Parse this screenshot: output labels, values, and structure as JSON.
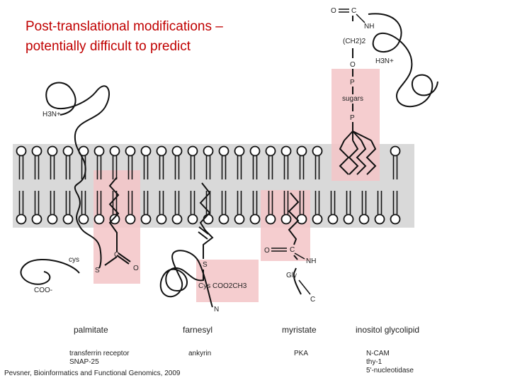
{
  "title": {
    "line1": "Post-translational modifications –",
    "line2": "potentially difficult to predict"
  },
  "citation": "Pevsner, Bioinformatics and Functional Genomics, 2009",
  "colors": {
    "membrane": "#d9d9d9",
    "highlight": "#f3c4c7",
    "title": "#c00000",
    "line": "#111111"
  },
  "labels": {
    "h3n_left": "H3N+",
    "cys": "cys",
    "s_left": "S",
    "c_left": "C",
    "o_left": "O",
    "coo": "COO-",
    "s_mid": "S",
    "cys_coo": "Cys COO2CH3",
    "n_mid": "N",
    "o_myr": "O",
    "c_myr": "C",
    "nh_myr": "NH",
    "gly": "Gly",
    "c_gly": "C",
    "o_top": "O",
    "c_top": "C",
    "nh_top": "NH",
    "ch2": "(CH2)2",
    "h3n_right": "H3N+",
    "o_gpi": "O",
    "p1": "P",
    "sugars": "sugars",
    "p2": "P"
  },
  "categories": [
    {
      "name": "palmitate",
      "examples": [
        "transferrin receptor",
        "SNAP-25"
      ]
    },
    {
      "name": "farnesyl",
      "examples": [
        "ankyrin"
      ]
    },
    {
      "name": "myristate",
      "examples": [
        "PKA"
      ]
    },
    {
      "name": "inositol glycolipid",
      "examples": [
        "N-CAM",
        "thy-1",
        "5'-nucleotidase"
      ]
    }
  ]
}
